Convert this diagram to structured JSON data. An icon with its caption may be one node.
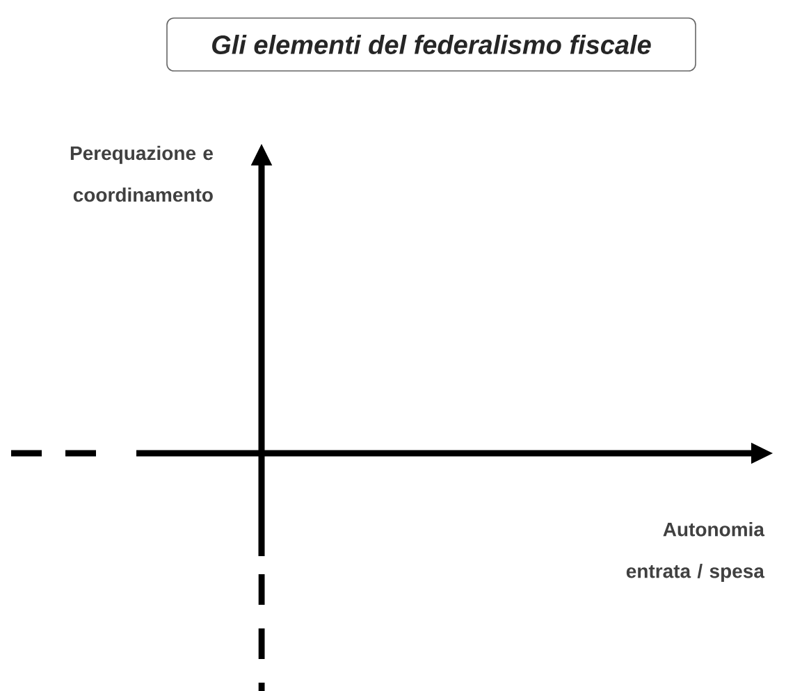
{
  "diagram": {
    "title": "Gli elementi del federalismo fiscale",
    "labels": [
      "Perequazione e coordinamento",
      "Autonomia entrata / spesa"
    ]
  }
}
